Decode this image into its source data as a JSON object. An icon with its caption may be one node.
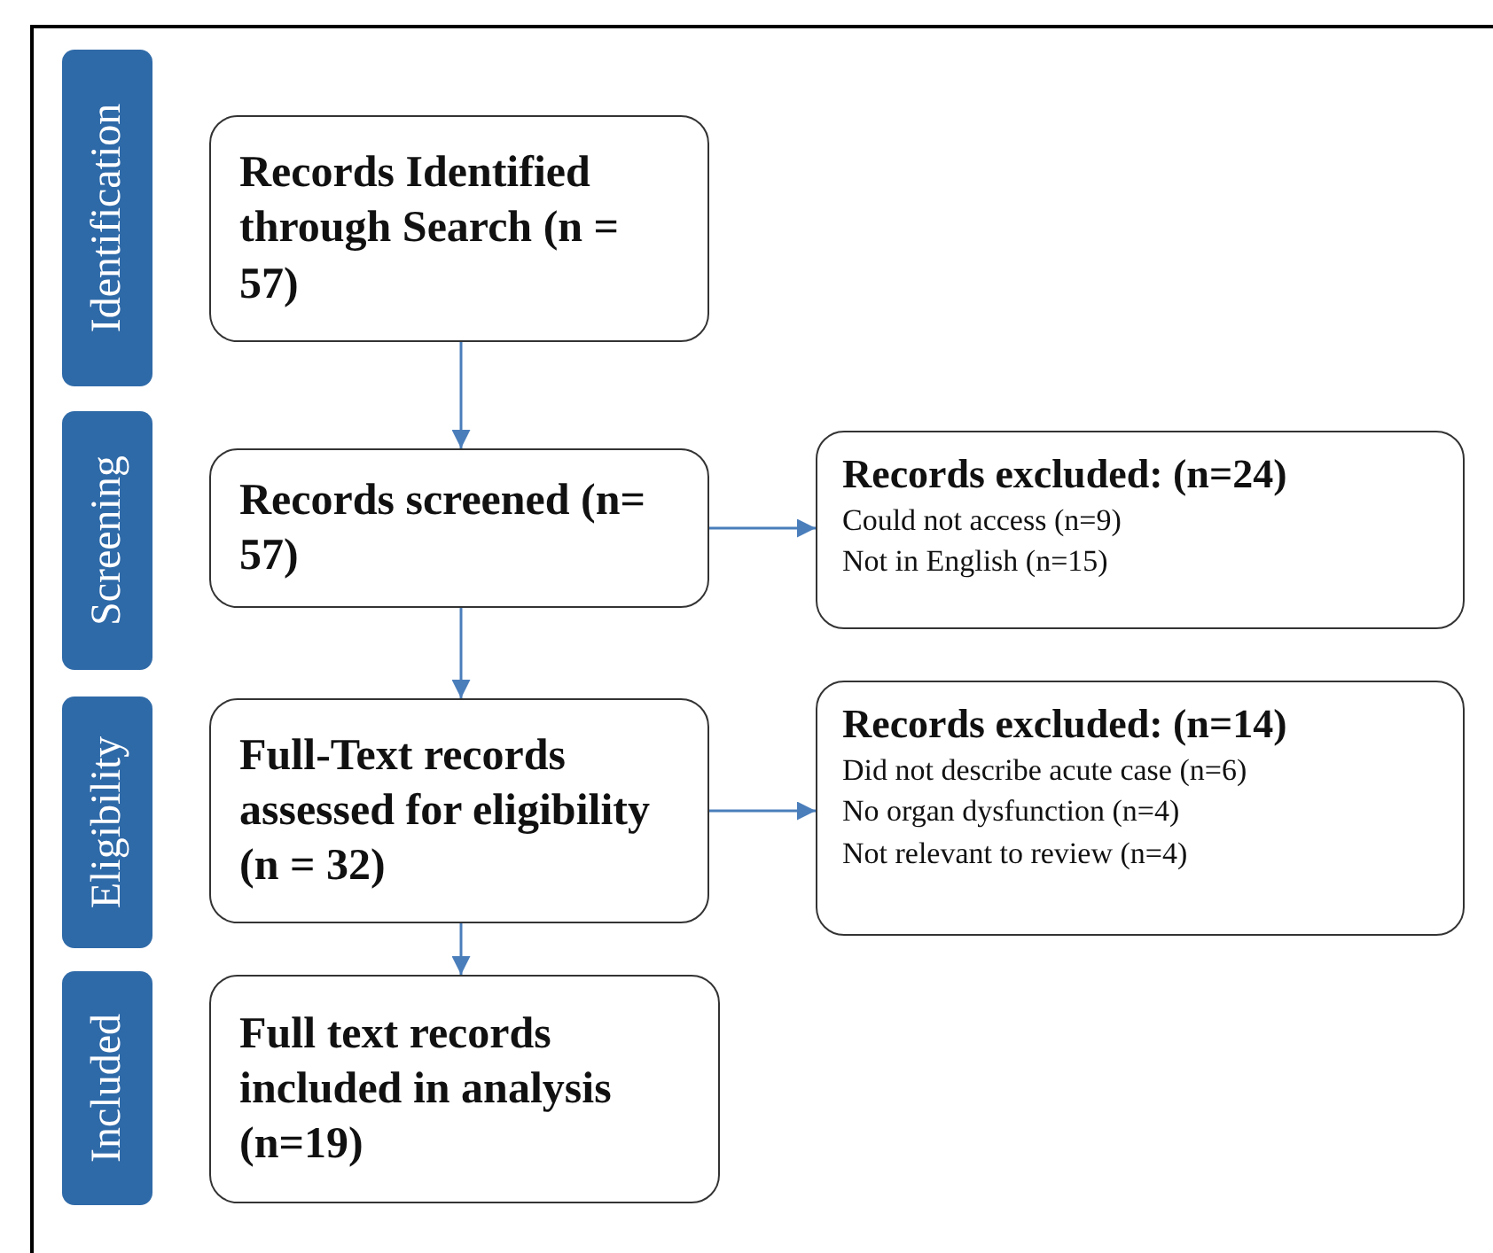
{
  "diagram": {
    "nodes": [
      {
        "text": [
          "Identification"
        ]
      },
      {
        "text": [
          "Records Identified through Search (n = 57)"
        ]
      },
      {
        "text": [
          "Screening"
        ]
      },
      {
        "text": [
          "Records screened (n= 57)"
        ]
      },
      {
        "text": [
          "Records excluded: (n=24)",
          "Could not access (n=9)",
          "Not in English (n=15)"
        ]
      },
      {
        "text": [
          "Eligibility"
        ]
      },
      {
        "text": [
          "Full-Text records assessed for eligibility (n = 32)"
        ]
      },
      {
        "text": [
          "Records excluded: (n=14)",
          "Did not describe acute case (n=6)",
          "No organ dysfunction (n=4)",
          "Not relevant to review (n=4)"
        ]
      },
      {
        "text": [
          "Included"
        ]
      },
      {
        "text": [
          "Full text records included in analysis (n=19)"
        ]
      }
    ],
    "edges": [
      {
        "from": 1,
        "to": 3,
        "arrow": "to"
      },
      {
        "from": 3,
        "to": 4,
        "arrow": "to"
      },
      {
        "from": 3,
        "to": 6,
        "arrow": "to"
      },
      {
        "from": 6,
        "to": 7,
        "arrow": "to"
      },
      {
        "from": 6,
        "to": 9,
        "arrow": "to"
      }
    ]
  }
}
